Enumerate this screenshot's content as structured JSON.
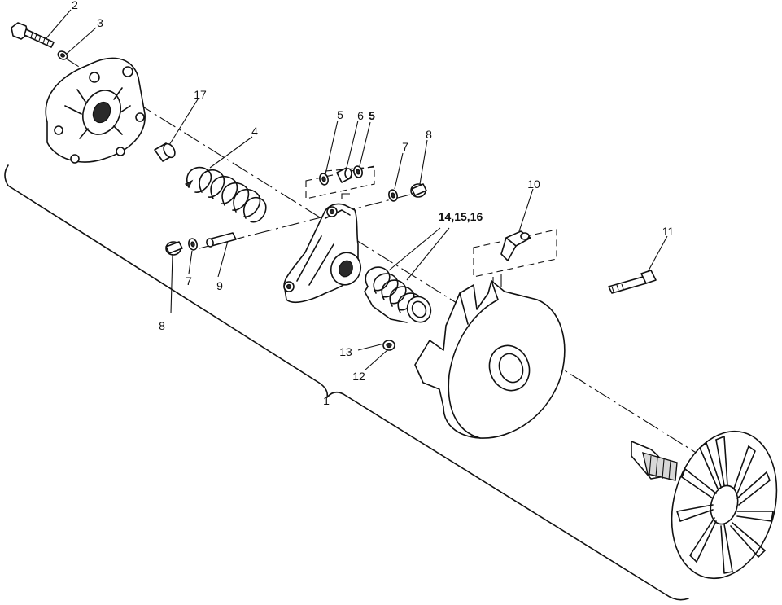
{
  "callouts": {
    "c1": "1",
    "c2": "2",
    "c3": "3",
    "c4": "4",
    "c5a": "5",
    "c5b": "5",
    "c6": "6",
    "c7a": "7",
    "c7b": "7",
    "c8a": "8",
    "c8b": "8",
    "c9": "9",
    "c10": "10",
    "c11": "11",
    "c12": "12",
    "c13": "13",
    "c14": "14,15,16",
    "c17": "17"
  }
}
